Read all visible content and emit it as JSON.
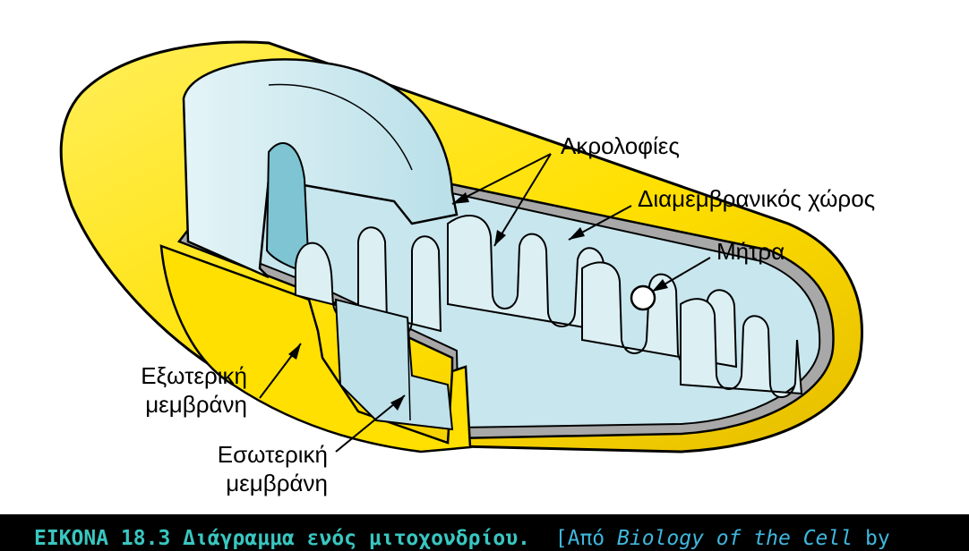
{
  "labels": {
    "cristae": "Ακρολοφίες",
    "intermembrane_space": "Διαμεμβρανικός χώρος",
    "matrix": "Μήτρα",
    "outer_membrane_1": "Εξωτερική",
    "outer_membrane_2": "μεμβράνη",
    "inner_membrane_1": "Εσωτερική",
    "inner_membrane_2": "μεμβράνη"
  },
  "caption": {
    "title": "ΕΙΚΟΝΑ 18.3 Διάγραμμα ενός μιτοχονδρίου.",
    "source_prefix": "[Από",
    "source_title": "Biology of the Cell",
    "source_suffix": "by"
  },
  "colors": {
    "background": "#000000",
    "panel": "#ffffff",
    "outer_membrane": "#ffe000",
    "outer_membrane_shade": "#e0b800",
    "inner_membrane": "#cfeaf0",
    "inner_membrane_shade": "#9fd0dc",
    "intermembrane": "#a8a8a8",
    "caption": "#39c6c0"
  }
}
